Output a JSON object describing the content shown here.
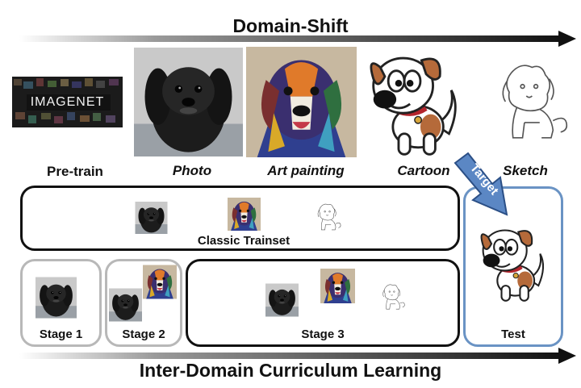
{
  "titles": {
    "top": "Domain-Shift",
    "bottom": "Inter-Domain Curriculum Learning"
  },
  "pretrain_logo_text": "IMAGENET",
  "domains": [
    {
      "key": "pretrain",
      "label": "Pre-train",
      "italic": false
    },
    {
      "key": "photo",
      "label": "Photo",
      "italic": true
    },
    {
      "key": "art",
      "label": "Art painting",
      "italic": true
    },
    {
      "key": "cartoon",
      "label": "Cartoon",
      "italic": true
    },
    {
      "key": "sketch",
      "label": "Sketch",
      "italic": true
    }
  ],
  "target_label": "Target",
  "boxes": {
    "classic": "Classic Trainset",
    "stage1": "Stage 1",
    "stage2": "Stage 2",
    "stage3": "Stage 3",
    "test": "Test"
  },
  "colors": {
    "arrow_start": "#ffffff",
    "arrow_end": "#111111",
    "stage_border": "#b8b8b8",
    "test_border": "#6a93c4",
    "target_arrow": "#5b87c4"
  }
}
